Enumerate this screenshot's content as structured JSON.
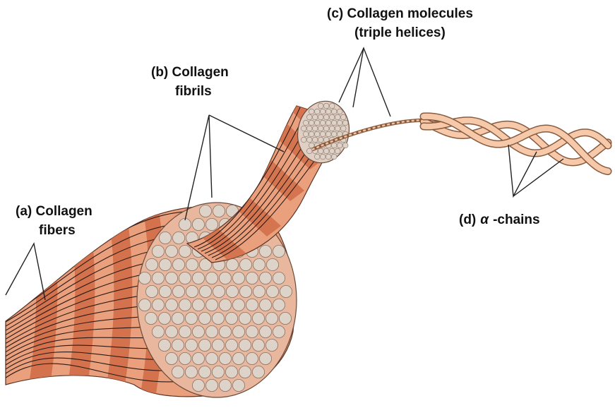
{
  "labels": {
    "a": {
      "line1": "(a) Collagen",
      "line2": "fibers"
    },
    "b": {
      "line1": "(b) Collagen",
      "line2": "fibrils"
    },
    "c": {
      "line1": "(c) Collagen molecules",
      "line2": "(triple helices)"
    },
    "d": {
      "prefix": "(d)",
      "greek": "α",
      "suffix": "-chains"
    }
  },
  "colors": {
    "fiber_salmon": "#eaa07c",
    "fiber_dark": "#cf6a45",
    "fibril_fill": "#ded3c9",
    "fibril_edge": "#8a7264",
    "chain_fill": "#f5c9a9",
    "chain_edge": "#8a5a3c"
  }
}
